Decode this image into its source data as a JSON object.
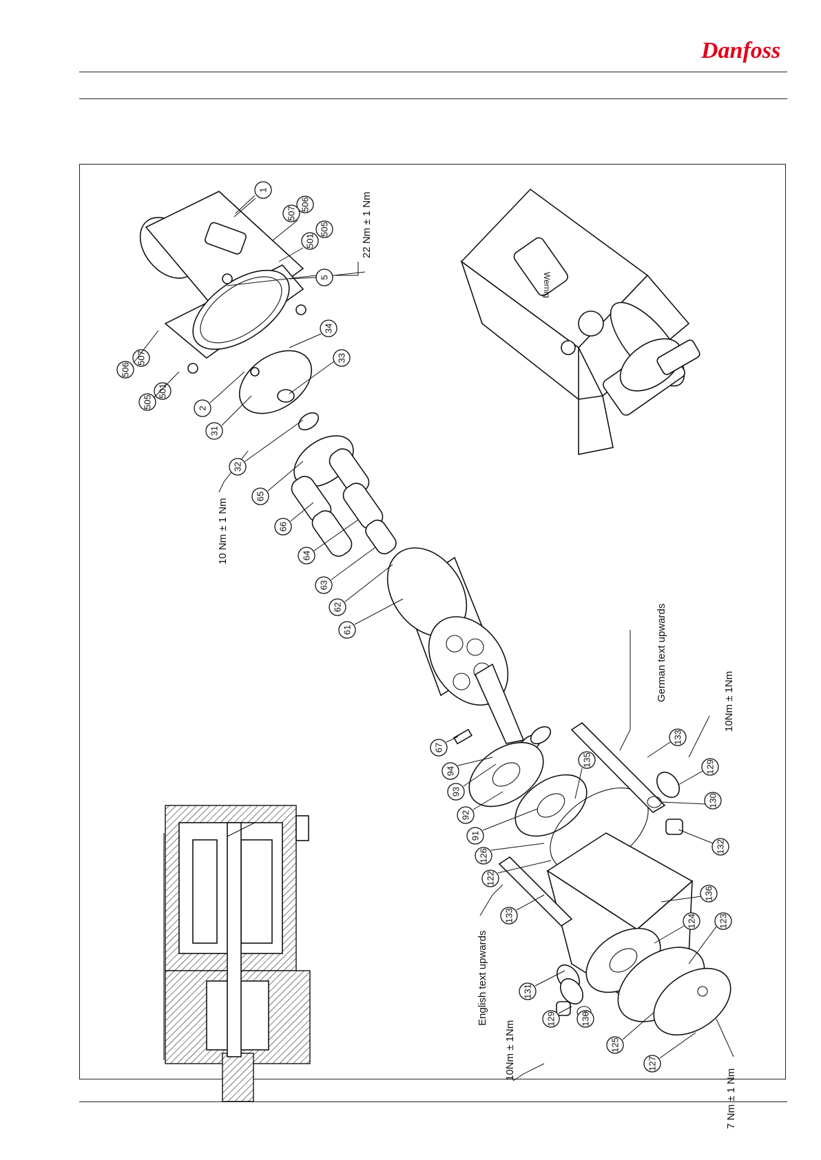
{
  "brand": {
    "logo_text": "Danfoss",
    "color": "#e2001a"
  },
  "annotations": {
    "torque_22": "22 Nm ± 1 Nm",
    "torque_10_top": "10 Nm ± 1 Nm",
    "torque_10_right": "10Nm ± 1Nm",
    "torque_10_left": "10Nm ± 1Nm",
    "torque_7": "7 Nm ± 1 Nm",
    "german_text": "German text upwards",
    "english_text": "English text upwards",
    "label_mark": "Wernig"
  },
  "callouts": {
    "c1": "1",
    "c2": "2",
    "c5": "5",
    "c31": "31",
    "c32": "32",
    "c33": "33",
    "c34": "34",
    "c61": "61",
    "c62": "62",
    "c63": "63",
    "c64": "64",
    "c65": "65",
    "c66": "66",
    "c67": "67",
    "c91": "91",
    "c92": "92",
    "c93": "93",
    "c94": "94",
    "c122": "122",
    "c123": "123",
    "c124": "124",
    "c125": "125",
    "c126": "126",
    "c127": "127",
    "c129a": "129",
    "c129b": "129",
    "c130a": "130",
    "c130b": "130",
    "c131": "131",
    "c132": "132",
    "c133a": "133",
    "c133b": "133",
    "c135": "135",
    "c136": "136",
    "c501a": "501",
    "c501b": "501",
    "c505a": "505",
    "c505b": "505",
    "c506a": "506",
    "c506b": "506",
    "c507a": "507",
    "c507b": "507"
  }
}
